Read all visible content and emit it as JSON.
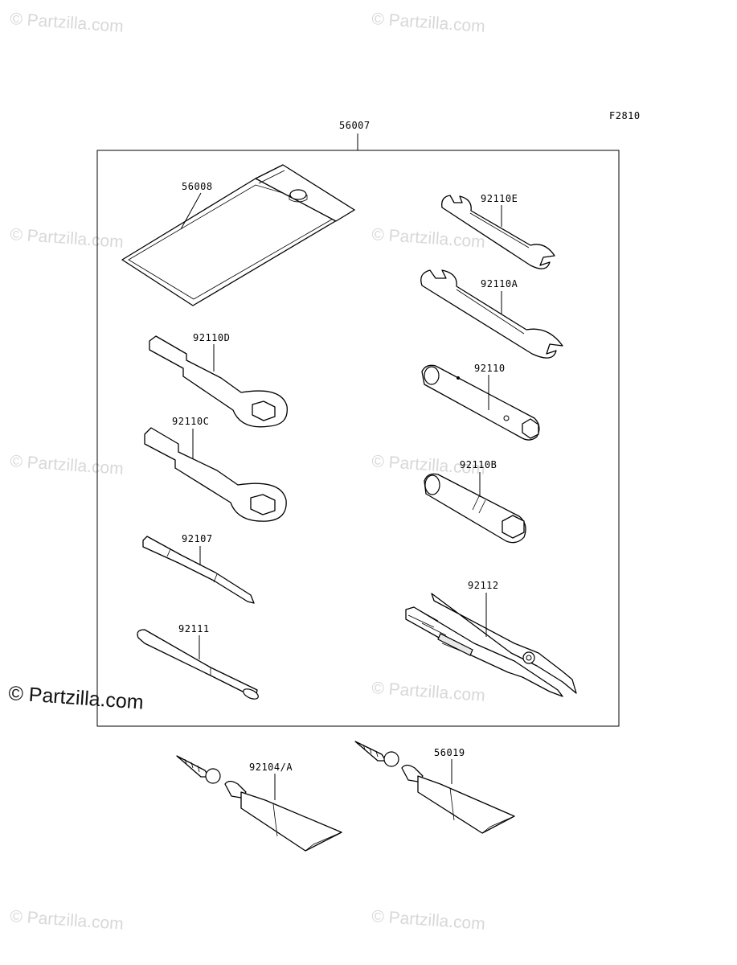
{
  "figure_code": "F2810",
  "assembly": {
    "part_no": "56007"
  },
  "parts": [
    {
      "id": "bag",
      "part_no": "56008"
    },
    {
      "id": "wrench-e",
      "part_no": "92110E"
    },
    {
      "id": "wrench-a",
      "part_no": "92110A"
    },
    {
      "id": "ring-d",
      "part_no": "92110D"
    },
    {
      "id": "socket",
      "part_no": "92110"
    },
    {
      "id": "ring-c",
      "part_no": "92110C"
    },
    {
      "id": "plug-socket",
      "part_no": "92110B"
    },
    {
      "id": "screwdriver",
      "part_no": "92107"
    },
    {
      "id": "pliers",
      "part_no": "92112"
    },
    {
      "id": "handle",
      "part_no": "92111"
    },
    {
      "id": "grease-1",
      "part_no": "92104/A"
    },
    {
      "id": "grease-2",
      "part_no": "56019"
    }
  ],
  "watermark": {
    "small": "© Partzilla.com",
    "main": "© Partzilla.com"
  }
}
